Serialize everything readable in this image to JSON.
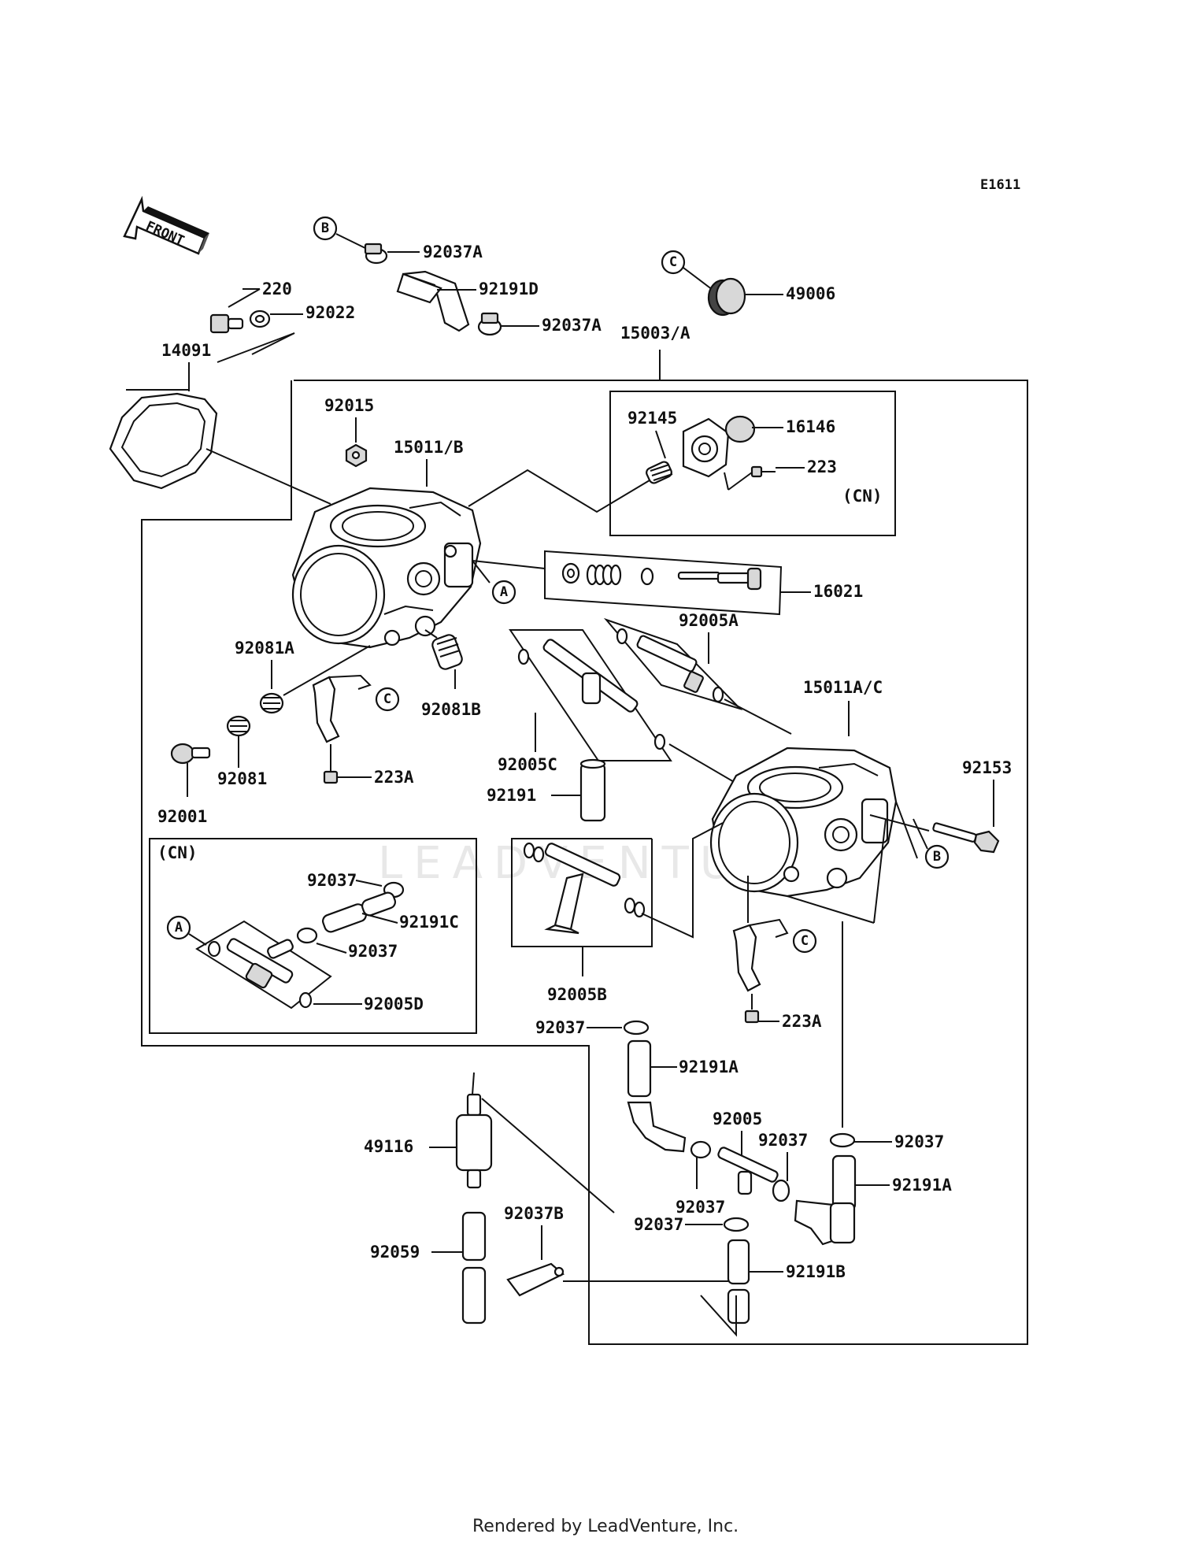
{
  "diagram_code": "E1611",
  "front_arrow_label": "FRONT",
  "watermark": "LEADVENTURE",
  "footer": "Rendered by LeadVenture, Inc.",
  "part_labels": {
    "p220": "220",
    "p92022": "92022",
    "p14091": "14091",
    "p92037A_top": "92037A",
    "p92191D": "92191D",
    "p92037A_mid": "92037A",
    "p49006": "49006",
    "p15003A": "15003/A",
    "p92015": "92015",
    "p15011B": "15011/B",
    "p92145": "92145",
    "p16146": "16146",
    "p223": "223",
    "cn_top": "(CN)",
    "p16021": "16021",
    "p92005A": "92005A",
    "p92081A": "92081A",
    "p92081B": "92081B",
    "p15011AC": "15011A/C",
    "p92153": "92153",
    "p92005C": "92005C",
    "p223A_left": "223A",
    "p92081": "92081",
    "p92001": "92001",
    "p92191": "92191",
    "cn_box": "(CN)",
    "p92037_cn1": "92037",
    "p92191C": "92191C",
    "p92037_cn2": "92037",
    "p92005D": "92005D",
    "p92005B": "92005B",
    "p223A_right": "223A",
    "p92037_a": "92037",
    "p92191A_1": "92191A",
    "p49116": "49116",
    "p92005": "92005",
    "p92037_b": "92037",
    "p92037_c": "92037",
    "p92191A_2": "92191A",
    "p92037_d": "92037",
    "p92037_e": "92037",
    "p92037B": "92037B",
    "p92059": "92059",
    "p92191B": "92191B"
  },
  "callouts": {
    "b_top": "B",
    "c_top": "C",
    "a_mid": "A",
    "c_left": "C",
    "a_cn": "A",
    "b_right": "B",
    "c_right": "C"
  }
}
